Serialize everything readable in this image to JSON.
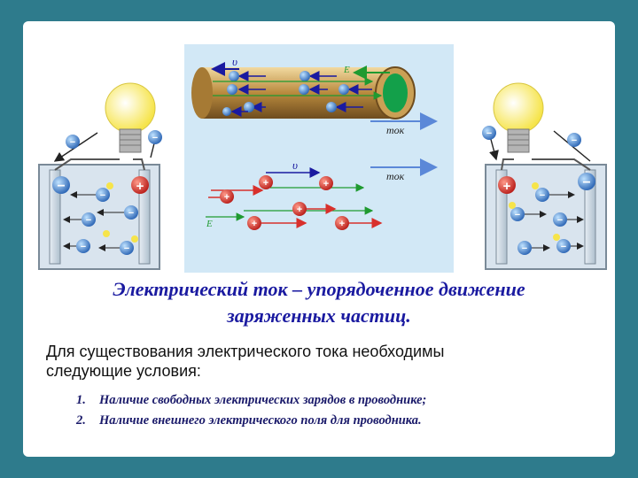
{
  "slide": {
    "title_line1": "Электрический ток – упорядоченное движение",
    "title_line2": "заряженных частиц.",
    "intro_line1": "Для существования электрического тока необходимы",
    "intro_line2": "следующие условия:",
    "conditions": [
      {
        "num": "1.",
        "text": "Наличие свободных электрических зарядов в проводнике;"
      },
      {
        "num": "2.",
        "text": "Наличие внешнего электрического поля для проводника."
      }
    ]
  },
  "figure": {
    "velocity_label": "υ",
    "field_label": "E",
    "current_label": "ток",
    "minus_sign": "−",
    "plus_sign": "+",
    "electron_icon": "electron-icon",
    "ion_icon": "positive-ion-icon",
    "bulb_icon": "light-bulb-icon",
    "colors": {
      "panel_bg": "#d2e8f6",
      "cylinder": "#c79a4e",
      "electron": "#3a78c8",
      "ion": "#d8302c",
      "bulb": "#fff27a",
      "field_arrow": "#1f9a30",
      "velocity_arrow": "#1a1aa0",
      "current_arrow": "#5b88d8",
      "title_text": "#1a1aa0"
    }
  }
}
